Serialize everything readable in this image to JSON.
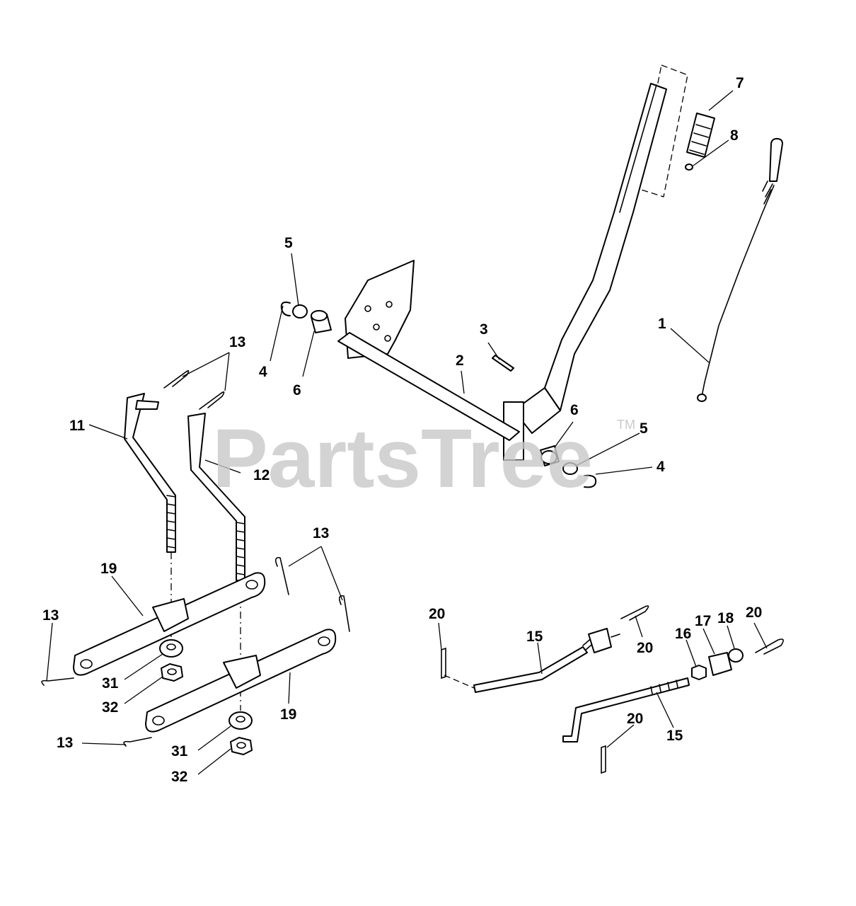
{
  "watermark": {
    "text": "PartsTree",
    "trademark": "TM",
    "color": "#c9c9c9"
  },
  "callouts": [
    {
      "key": "c7",
      "label": "7"
    },
    {
      "key": "c8",
      "label": "8"
    },
    {
      "key": "c5a",
      "label": "5"
    },
    {
      "key": "c1",
      "label": "1"
    },
    {
      "key": "c3",
      "label": "3"
    },
    {
      "key": "c13a",
      "label": "13"
    },
    {
      "key": "c4a",
      "label": "4"
    },
    {
      "key": "c6a",
      "label": "6"
    },
    {
      "key": "c2",
      "label": "2"
    },
    {
      "key": "c11",
      "label": "11"
    },
    {
      "key": "c6b",
      "label": "6"
    },
    {
      "key": "c5b",
      "label": "5"
    },
    {
      "key": "c12",
      "label": "12"
    },
    {
      "key": "c4b",
      "label": "4"
    },
    {
      "key": "c13b",
      "label": "13"
    },
    {
      "key": "c19a",
      "label": "19"
    },
    {
      "key": "c20a",
      "label": "20"
    },
    {
      "key": "c20b",
      "label": "20"
    },
    {
      "key": "c13c",
      "label": "13"
    },
    {
      "key": "c15a",
      "label": "15"
    },
    {
      "key": "c17",
      "label": "17"
    },
    {
      "key": "c18",
      "label": "18"
    },
    {
      "key": "c16",
      "label": "16"
    },
    {
      "key": "c20c",
      "label": "20"
    },
    {
      "key": "c31a",
      "label": "31"
    },
    {
      "key": "c32a",
      "label": "32"
    },
    {
      "key": "c19b",
      "label": "19"
    },
    {
      "key": "c20d",
      "label": "20"
    },
    {
      "key": "c15b",
      "label": "15"
    },
    {
      "key": "c13d",
      "label": "13"
    },
    {
      "key": "c31b",
      "label": "31"
    },
    {
      "key": "c32b",
      "label": "32"
    }
  ]
}
